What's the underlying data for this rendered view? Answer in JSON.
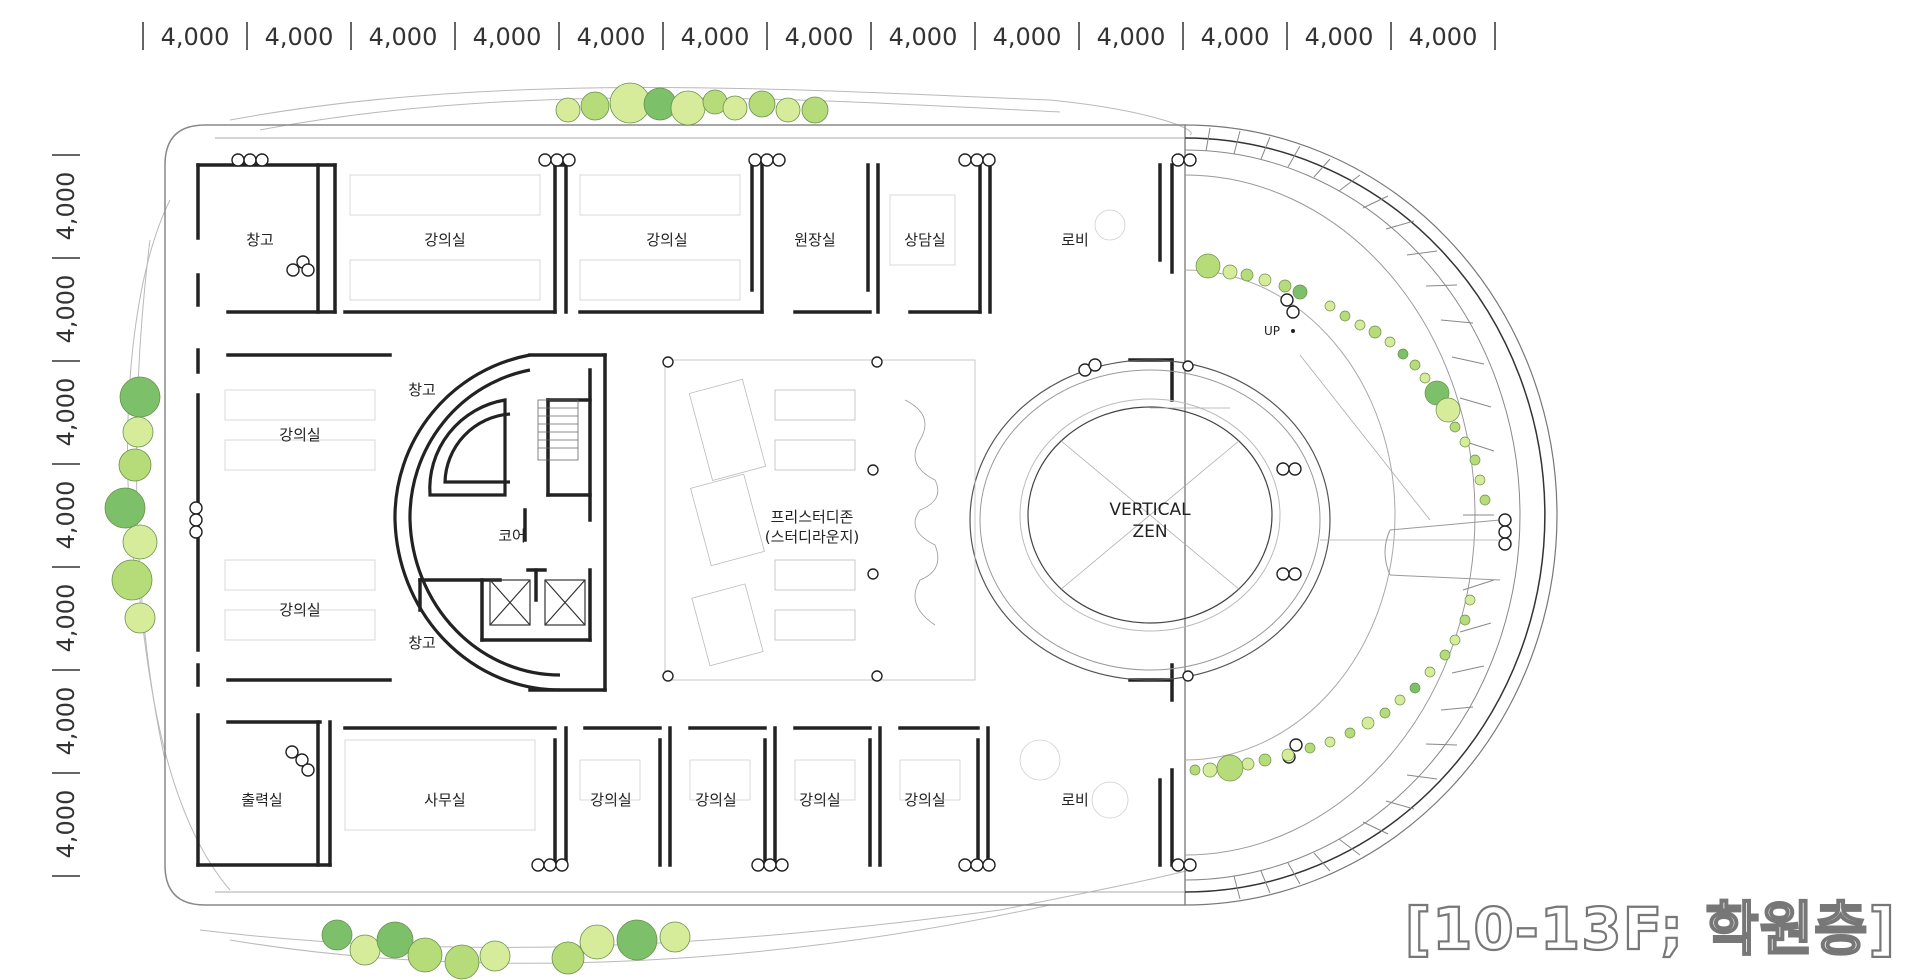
{
  "dimensions": {
    "top": [
      "4,000",
      "4,000",
      "4,000",
      "4,000",
      "4,000",
      "4,000",
      "4,000",
      "4,000",
      "4,000",
      "4,000",
      "4,000",
      "4,000",
      "4,000"
    ],
    "left": [
      "4,000",
      "4,000",
      "4,000",
      "4,000",
      "4,000",
      "4,000",
      "4,000"
    ]
  },
  "rooms": {
    "storage_top": "창고",
    "lecture_top_1": "강의실",
    "lecture_top_2": "강의실",
    "director": "원장실",
    "counsel": "상담실",
    "lobby_top": "로비",
    "lecture_left_1": "강의실",
    "lecture_left_2": "강의실",
    "storage_core_top": "창고",
    "storage_core_bottom": "창고",
    "core": "코어",
    "study_zone_line1": "프리스터디존",
    "study_zone_line2": "(스터디라운지)",
    "vertical_zen_line1": "VERTICAL",
    "vertical_zen_line2": "ZEN",
    "up": "UP",
    "print": "출력실",
    "office": "사무실",
    "lecture_bottom_1": "강의실",
    "lecture_bottom_2": "강의실",
    "lecture_bottom_3": "강의실",
    "lecture_bottom_4": "강의실",
    "lobby_bottom": "로비"
  },
  "floor_title": "[10-13F; 학원층]",
  "colors": {
    "tree_light": "#d7ec9b",
    "tree_mid": "#b6dc7a",
    "tree_dark": "#7cc16a",
    "wall": "#222222",
    "line": "#9a9a9a"
  }
}
